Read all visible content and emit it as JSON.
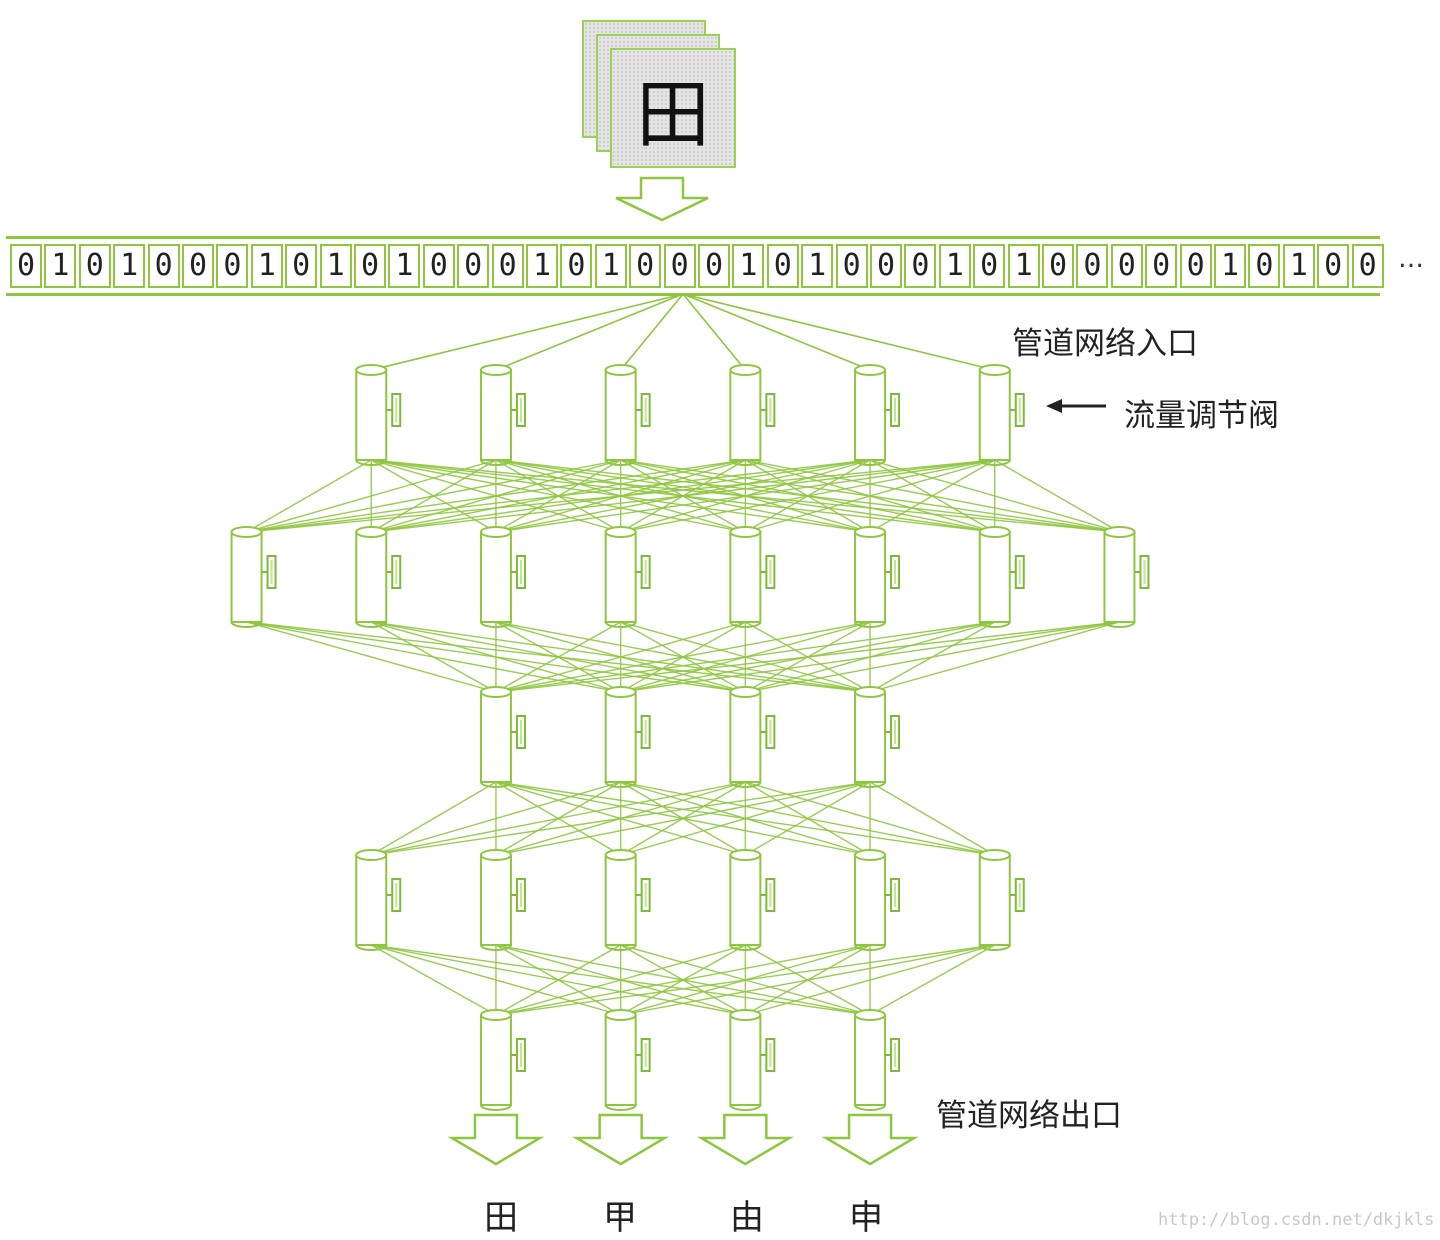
{
  "input_image": {
    "character": "田"
  },
  "binary_bits": [
    "0",
    "1",
    "0",
    "1",
    "0",
    "0",
    "0",
    "1",
    "0",
    "1",
    "0",
    "1",
    "0",
    "0",
    "0",
    "1",
    "0",
    "1",
    "0",
    "0",
    "0",
    "1",
    "0",
    "1",
    "0",
    "0",
    "0",
    "1",
    "0",
    "1",
    "0",
    "0",
    "0",
    "0",
    "0",
    "1",
    "0",
    "1",
    "0",
    "0"
  ],
  "binary_ellipsis": "…",
  "labels": {
    "entrance": "管道网络入口",
    "valve": "流量调节阀",
    "exit": "管道网络出口"
  },
  "layers": [
    6,
    8,
    4,
    6,
    4
  ],
  "outputs": [
    "田",
    "甲",
    "由",
    "申"
  ],
  "watermark": "http://blog.csdn.net/dkjkls",
  "colors": {
    "pipe": "#8ec63f",
    "pipe_light": "#c4e394",
    "valve": "#7cba3a"
  }
}
